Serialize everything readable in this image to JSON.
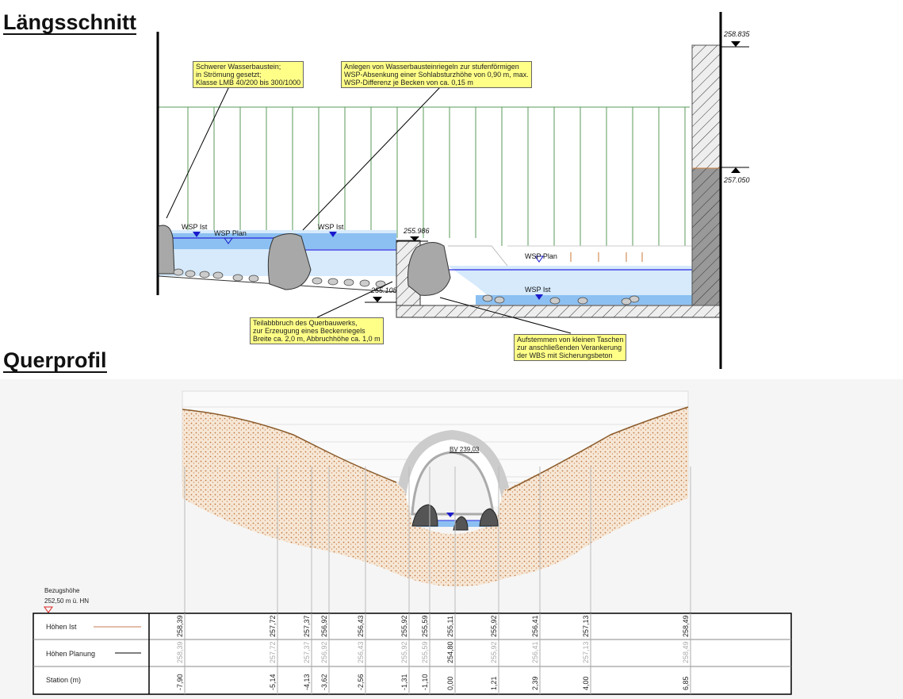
{
  "titles": {
    "longitudinal": "Längsschnitt",
    "cross": "Querprofil"
  },
  "longitudinal": {
    "notes": [
      [
        "Schwerer Wasserbaustein;",
        "in Strömung gesetzt;",
        "Klasse LMB 40/200 bis 300/1000"
      ],
      [
        "Anlegen von Wasserbausteinriegeln zur stufenförmigen",
        "WSP-Absenkung einer Sohlabsturzhöhe von 0,90 m, max.",
        "WSP-Differenz je Becken von ca. 0,15 m"
      ],
      [
        "Teilabbbruch des Querbauwerks,",
        "zur Erzeugung eines Beckenriegels",
        "Breite ca. 2,0 m, Abbruchhöhe ca. 1,0 m"
      ],
      [
        "Aufstemmen von kleinen Taschen",
        "zur anschließenden Verankerung",
        "der WBS mit Sicherungsbeton"
      ]
    ],
    "elevations": {
      "top_right": "258.835",
      "mid_right": "257.050",
      "weir_top": "255.986",
      "weir_bottom": "255.108"
    },
    "water_labels": {
      "ist": "WSP Ist",
      "plan": "WSP Plan"
    },
    "colors": {
      "water_light": "#cfe6fb",
      "water_dark": "#7fb8f0",
      "line_blue": "#2a2adf",
      "grid_green": "#5a9a5a",
      "note_bg": "#ffff88"
    }
  },
  "cross": {
    "bridge_label": "BV 239,03",
    "reference": {
      "label": "Bezugshöhe",
      "value": "252,50 m ü. HN"
    },
    "rows": {
      "ist": "Höhen Ist",
      "plan": "Höhen Planung",
      "station": "Station (m)"
    },
    "columns": [
      {
        "ist": "258,39",
        "plan": "258,39",
        "station": "-7,90"
      },
      {
        "ist": "257,72",
        "plan": "257,72",
        "station": "-5,14"
      },
      {
        "ist": "257,37",
        "plan": "257,37",
        "station": "-4,13"
      },
      {
        "ist": "256,92",
        "plan": "256,92",
        "station": "-3,62"
      },
      {
        "ist": "256,43",
        "plan": "256,43",
        "station": "-2,56"
      },
      {
        "ist": "255,92",
        "plan": "255,92",
        "station": "-1,31"
      },
      {
        "ist": "255,59",
        "plan": "255,59",
        "station": "-1,10"
      },
      {
        "ist": "255,11",
        "plan": "254,80",
        "station": "0,00"
      },
      {
        "ist": "255,92",
        "plan": "255,92",
        "station": "1,21"
      },
      {
        "ist": "256,41",
        "plan": "256,41",
        "station": "2,39"
      },
      {
        "ist": "257,13",
        "plan": "257,13",
        "station": "4,00"
      },
      {
        "ist": "258,49",
        "plan": "258,49",
        "station": "6,85"
      }
    ]
  }
}
